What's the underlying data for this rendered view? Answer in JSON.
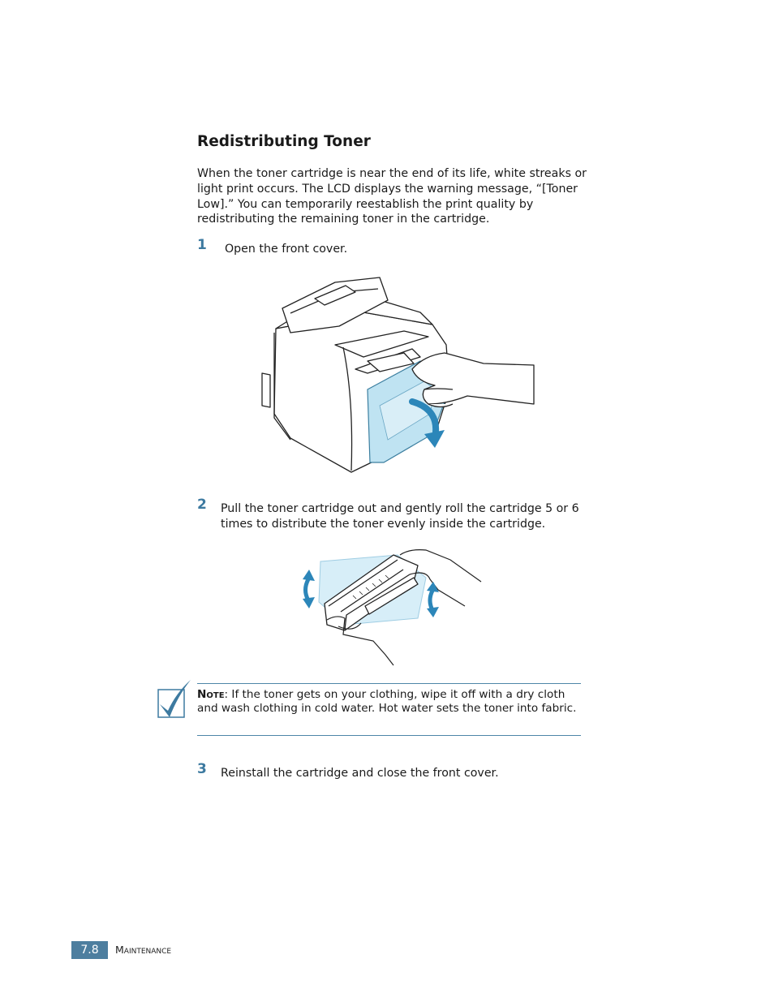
{
  "section_title": "Redistributing Toner",
  "intro": "When the toner cartridge is near the end of its life, white streaks or light print occurs. The LCD displays the warning message, “[Toner Low].” You can temporarily reestablish the print quality by redistributing the remaining toner in the cartridge.",
  "steps": [
    {
      "number": "1",
      "text": "Open the front cover."
    },
    {
      "number": "2",
      "text": "Pull the toner cartridge out and gently roll the cartridge 5 or 6 times to distribute the toner evenly inside the cartridge."
    },
    {
      "number": "3",
      "text": "Reinstall the cartridge and close the front cover."
    }
  ],
  "note": {
    "label": "Note",
    "text": ": If the toner gets on your clothing, wipe it off with a dry cloth and wash clothing in cold water. Hot water sets the toner into fabric."
  },
  "footer": {
    "page_number": "7.8",
    "section": "Maintenance"
  },
  "colors": {
    "accent": "#3d7aa0",
    "rule": "#4e86a8",
    "footer_box": "#4d7e9f",
    "cover_highlight": "#bfe3f2"
  },
  "icons": [
    "checkmark-note-icon",
    "rotate-arrow-icon",
    "double-arrow-icon"
  ]
}
